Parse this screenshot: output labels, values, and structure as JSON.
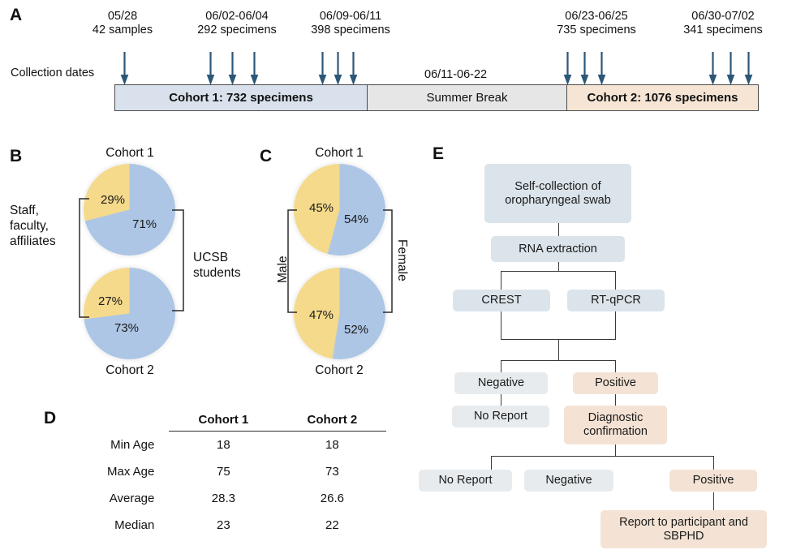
{
  "figure": {
    "panels": [
      "A",
      "B",
      "C",
      "D",
      "E"
    ]
  },
  "colors": {
    "pie_blue": "#adc6e5",
    "pie_yellow": "#f5da8c",
    "timeline_cohort1": "#d9e2ec",
    "timeline_break": "#e6e6e6",
    "timeline_cohort2": "#f6e5d4",
    "flow_blue": "#dbe4ea",
    "flow_gray": "#e7ebee",
    "flow_peach": "#f4e3d4",
    "arrow": "#2c5777",
    "stroke": "#3a3a3a"
  },
  "panelA": {
    "letter": "A",
    "collection_label": "Collection dates",
    "break_label": "06/11-06-22",
    "ticks": [
      {
        "dates": "05/28",
        "count": "42 samples",
        "arrows": 1
      },
      {
        "dates": "06/02-06/04",
        "count": "292 specimens",
        "arrows": 3
      },
      {
        "dates": "06/09-06/11",
        "count": "398 specimens",
        "arrows": 3
      },
      {
        "dates": "06/23-06/25",
        "count": "735 specimens",
        "arrows": 3
      },
      {
        "dates": "06/30-07/02",
        "count": "341 specimens",
        "arrows": 3
      }
    ],
    "segments": [
      {
        "label": "Cohort 1: 732 specimens",
        "kind": "cohort1"
      },
      {
        "label": "Summer Break",
        "kind": "break"
      },
      {
        "label": "Cohort 2: 1076 specimens",
        "kind": "cohort2"
      }
    ]
  },
  "panelB": {
    "letter": "B",
    "title_top": "Cohort 1",
    "title_bottom": "Cohort 2",
    "left_label": "Staff,\nfaculty,\naffiliates",
    "left_label_lines": [
      "Staff,",
      "faculty,",
      "affiliates"
    ],
    "right_label_lines": [
      "UCSB",
      "students"
    ],
    "pies": [
      {
        "cohort": "Cohort 1",
        "blue_pct": "71%",
        "yellow_pct": "29%",
        "blue_value": 71,
        "yellow_value": 29
      },
      {
        "cohort": "Cohort 2",
        "blue_pct": "73%",
        "yellow_pct": "27%",
        "blue_value": 73,
        "yellow_value": 27
      }
    ]
  },
  "panelC": {
    "letter": "C",
    "title_top": "Cohort 1",
    "title_bottom": "Cohort 2",
    "left_label": "Male",
    "right_label": "Female",
    "pies": [
      {
        "cohort": "Cohort 1",
        "blue_pct": "54%",
        "yellow_pct": "45%",
        "blue_value": 54,
        "yellow_value": 45
      },
      {
        "cohort": "Cohort 2",
        "blue_pct": "52%",
        "yellow_pct": "47%",
        "blue_value": 52,
        "yellow_value": 47
      }
    ]
  },
  "panelD": {
    "letter": "D",
    "row_header": "",
    "columns": [
      "Cohort 1",
      "Cohort 2"
    ],
    "rows": [
      {
        "label": "Min Age",
        "c1": "18",
        "c2": "18"
      },
      {
        "label": "Max Age",
        "c1": "75",
        "c2": "73"
      },
      {
        "label": "Average",
        "c1": "28.3",
        "c2": "26.6"
      },
      {
        "label": "Median",
        "c1": "23",
        "c2": "22"
      }
    ]
  },
  "panelE": {
    "letter": "E",
    "nodes": {
      "self_collection": "Self-collection of oropharyngeal swab",
      "rna_extraction": "RNA extraction",
      "crest": "CREST",
      "rt_qpcr": "RT-qPCR",
      "negative_1": "Negative",
      "positive_1": "Positive",
      "no_report_1": "No Report",
      "diagnostic_confirmation": "Diagnostic confirmation",
      "no_report_2": "No Report",
      "negative_2": "Negative",
      "positive_2": "Positive",
      "report": "Report to participant and SBPHD"
    }
  },
  "chart_data": [
    {
      "type": "pie",
      "title": "Panel B - Cohort 1 affiliation",
      "labels": [
        "UCSB students",
        "Staff, faculty, affiliates"
      ],
      "values": [
        71,
        29
      ],
      "value_labels": [
        "71%",
        "29%"
      ],
      "colors": [
        "#adc6e5",
        "#f5da8c"
      ],
      "start_angle_deg": 0,
      "direction": "clockwise",
      "legend": "bracket-left-right"
    },
    {
      "type": "pie",
      "title": "Panel B - Cohort 2 affiliation",
      "labels": [
        "UCSB students",
        "Staff, faculty, affiliates"
      ],
      "values": [
        73,
        27
      ],
      "value_labels": [
        "73%",
        "27%"
      ],
      "colors": [
        "#adc6e5",
        "#f5da8c"
      ],
      "start_angle_deg": 0,
      "direction": "clockwise",
      "legend": "bracket-left-right"
    },
    {
      "type": "pie",
      "title": "Panel C - Cohort 1 sex",
      "labels": [
        "Female",
        "Male"
      ],
      "values": [
        54,
        45
      ],
      "value_labels": [
        "54%",
        "45%"
      ],
      "colors": [
        "#adc6e5",
        "#f5da8c"
      ],
      "start_angle_deg": 0,
      "direction": "clockwise",
      "legend": "bracket-left-right"
    },
    {
      "type": "pie",
      "title": "Panel C - Cohort 2 sex",
      "labels": [
        "Female",
        "Male"
      ],
      "values": [
        52,
        47
      ],
      "value_labels": [
        "52%",
        "47%"
      ],
      "colors": [
        "#adc6e5",
        "#f5da8c"
      ],
      "start_angle_deg": 0,
      "direction": "clockwise",
      "legend": "bracket-left-right"
    },
    {
      "type": "table",
      "title": "Panel D - Age statistics",
      "columns": [
        "",
        "Cohort 1",
        "Cohort 2"
      ],
      "rows": [
        [
          "Min Age",
          "18",
          "18"
        ],
        [
          "Max Age",
          "75",
          "73"
        ],
        [
          "Average",
          "28.3",
          "26.6"
        ],
        [
          "Median",
          "23",
          "22"
        ]
      ]
    }
  ]
}
